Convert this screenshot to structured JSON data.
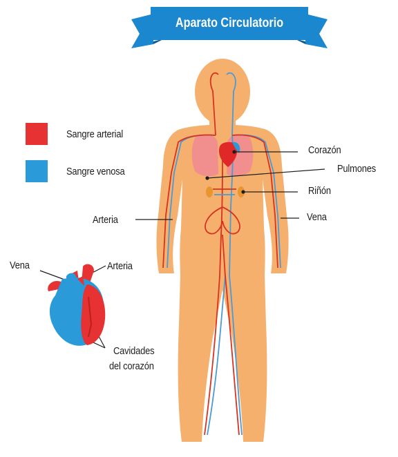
{
  "title": "Aparato Circulatorio",
  "legend": {
    "arterial": {
      "label": "Sangre arterial",
      "color": "#e63233"
    },
    "venous": {
      "label": "Sangre venosa",
      "color": "#2a9ad9"
    }
  },
  "labels": {
    "heart": "Corazón",
    "lungs": "Pulmones",
    "kidney": "Riñón",
    "vein_body": "Vena",
    "artery_body": "Arteria",
    "vein_heart": "Vena",
    "artery_heart": "Arteria",
    "cavities_line1": "Cavidades",
    "cavities_line2": "del corazón"
  },
  "colors": {
    "banner": "#1a87cf",
    "banner_dark": "#0e5e93",
    "skin": "#f6b06e",
    "artery": "#d8321f",
    "vein": "#4a9ad6",
    "lung": "#f08a94",
    "kidney": "#e8962f"
  }
}
